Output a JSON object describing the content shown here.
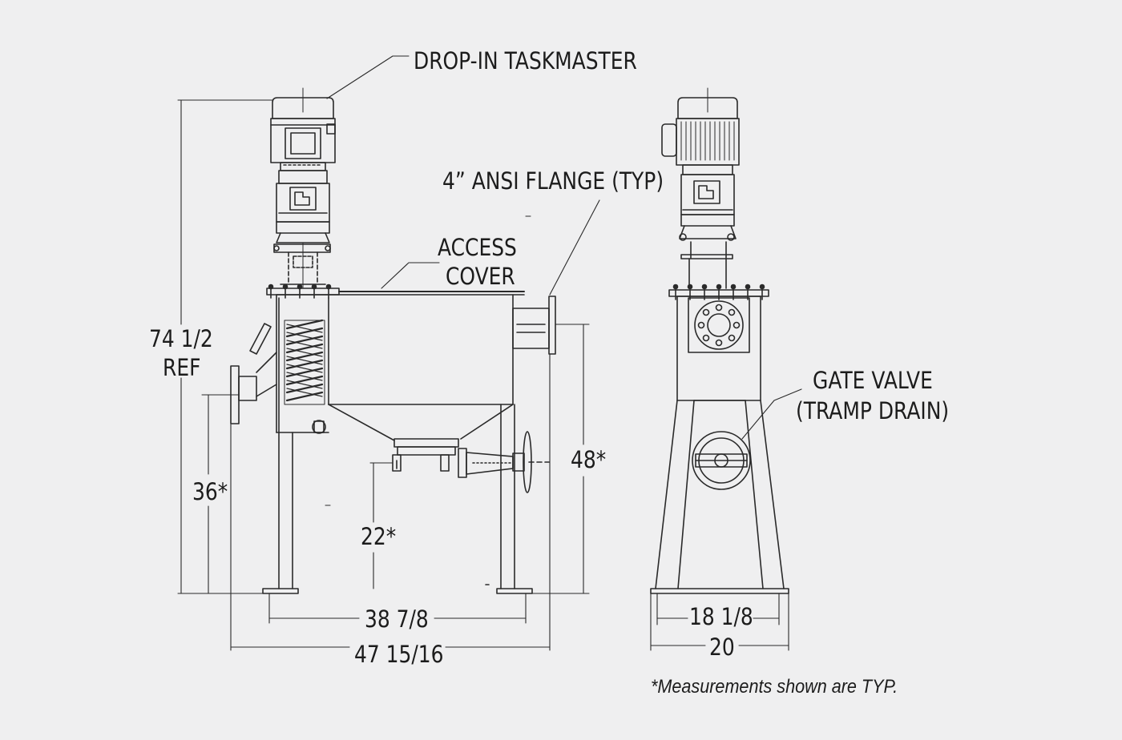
{
  "labels": {
    "drop_in_taskmaster": "DROP-IN TASKMASTER",
    "ansi_flange": "4” ANSI FLANGE (TYP)",
    "access_cover_line1": "ACCESS",
    "access_cover_line2": "COVER",
    "gate_valve_line1": "GATE VALVE",
    "gate_valve_line2": "(TRAMP DRAIN)"
  },
  "dimensions": {
    "overall_height_line1": "74 1/2",
    "overall_height_line2": "REF",
    "inlet_height": "36*",
    "outlet_height": "48*",
    "drain_height": "22*",
    "leg_span_width": "38 7/8",
    "overall_width": "47 15/16",
    "side_leg_width": "18 1/8",
    "side_width": "20"
  },
  "footnote": "*Measurements shown are TYP."
}
